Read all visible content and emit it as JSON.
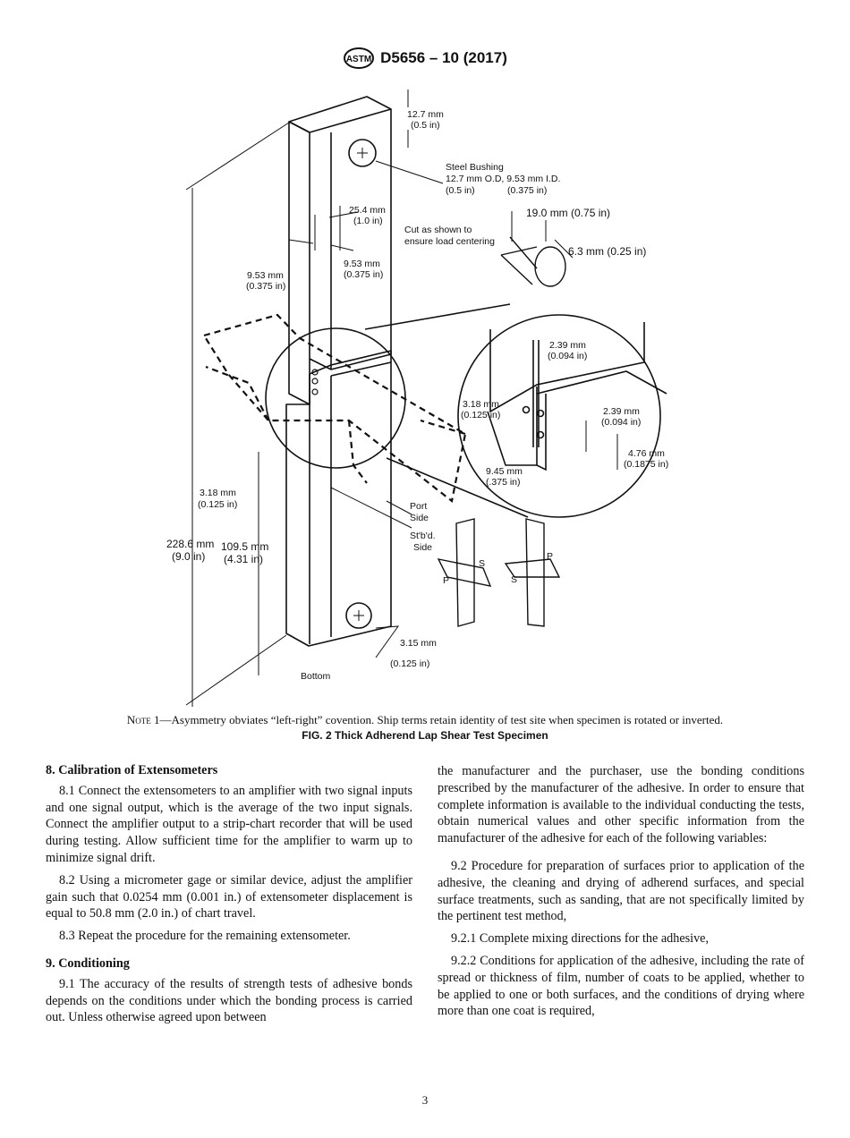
{
  "header": {
    "logo_text": "ASTM",
    "standard": "D5656 – 10 (2017)"
  },
  "figure": {
    "labels": {
      "top_width_mm": "12.7 mm",
      "top_width_in": "(0.5 in)",
      "bushing_title": "Steel Bushing",
      "bushing_dims": "12.7 mm O.D, 9.53 mm I.D.",
      "bushing_od_in": "(0.5 in)",
      "bushing_id_in": "(0.375 in)",
      "width_mm": "25.4 mm",
      "width_in": "(1.0 in)",
      "cut_line1": "Cut as shown to",
      "cut_line2": "ensure load centering",
      "cut_19": "19.0 mm (0.75 in)",
      "cut_63": "6.3 mm (0.25 in)",
      "thick_left_mm": "9.53 mm",
      "thick_left_in": "(0.375 in)",
      "thick_right_mm": "9.53 mm",
      "thick_right_in": "(0.375 in)",
      "d239a_mm": "2.39 mm",
      "d239a_in": "(0.094 in)",
      "d318_mm": "3.18 mm",
      "d318_in": "(0.125 in)",
      "d239b_mm": "2.39 mm",
      "d239b_in": "(0.094 in)",
      "d476_mm": "4.76 mm",
      "d476_in": "(0.1875 in)",
      "d945_mm": "9.45 mm",
      "d945_in": "(.375 in)",
      "overlap_mm": "3.18 mm",
      "overlap_in": "(0.125 in)",
      "port1": "Port",
      "port2": "Side",
      "stbd1": "St'b'd.",
      "stbd2": "Side",
      "len_total_mm": "228.6 mm",
      "len_total_in": "(9.0 in)",
      "len_half_mm": "109.5 mm",
      "len_half_in": "(4.31 in)",
      "gap_mm": "3.15 mm",
      "gap_in": "(0.125 in)",
      "bottom": "Bottom",
      "s_label": "S",
      "p_label": "P"
    }
  },
  "note": {
    "prefix": "Note 1",
    "text": "—Asymmetry obviates “left-right” covention. Ship terms retain identity of test site when specimen is rotated or inverted."
  },
  "caption": "FIG. 2 Thick Adherend Lap Shear Test Specimen",
  "left_column": {
    "s8_heading": "8. Calibration of Extensometers",
    "p81": "8.1 Connect the extensometers to an amplifier with two signal inputs and one signal output, which is the average of the two input signals. Connect the amplifier output to a strip-chart recorder that will be used during testing. Allow sufficient time for the amplifier to warm up to minimize signal drift.",
    "p82": "8.2 Using a micrometer gage or similar device, adjust the amplifier gain such that 0.0254 mm (0.001 in.) of extensometer displacement is equal to 50.8 mm (2.0 in.) of chart travel.",
    "p83": "8.3 Repeat the procedure for the remaining extensometer.",
    "s9_heading": "9. Conditioning",
    "p91": "9.1 The accuracy of the results of strength tests of adhesive bonds depends on the conditions under which the bonding process is carried out. Unless otherwise agreed upon between"
  },
  "right_column": {
    "p91_cont": "the manufacturer and the purchaser, use the bonding conditions prescribed by the manufacturer of the adhesive. In order to ensure that complete information is available to the individual conducting the tests, obtain numerical values and other specific information from the manufacturer of the adhesive for each of the following variables:",
    "p92": "9.2 Procedure for preparation of surfaces prior to application of the adhesive, the cleaning and drying of adherend surfaces, and special surface treatments, such as sanding, that are not specifically limited by the pertinent test method,",
    "p921": "9.2.1 Complete mixing directions for the adhesive,",
    "p922": "9.2.2 Conditions for application of the adhesive, including the rate of spread or thickness of film, number of coats to be applied, whether to be applied to one or both surfaces, and the conditions of drying where more than one coat is required,"
  },
  "page_number": "3"
}
